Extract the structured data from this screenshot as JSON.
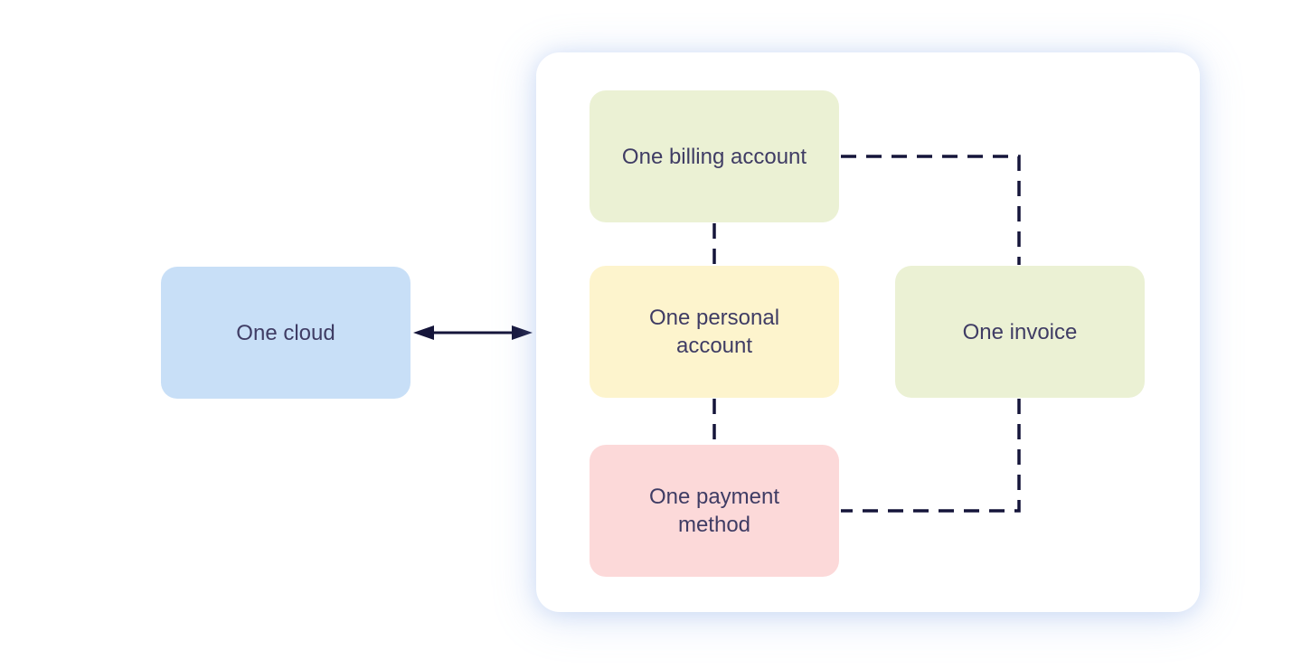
{
  "diagram": {
    "nodes": {
      "cloud": {
        "label": "One cloud",
        "color": "#c8dff7"
      },
      "billing": {
        "label": "One billing account",
        "color": "#ebf1d4"
      },
      "personal": {
        "label": "One personal account",
        "color": "#fdf4cd"
      },
      "invoice": {
        "label": "One invoice",
        "color": "#ebf1d4"
      },
      "payment": {
        "label": "One payment method",
        "color": "#fcd9d9"
      }
    },
    "text_color": "#3f3c64",
    "connector_color": "#15153a",
    "panel_bg": "#ffffff",
    "page_bg": "#ffffff"
  }
}
